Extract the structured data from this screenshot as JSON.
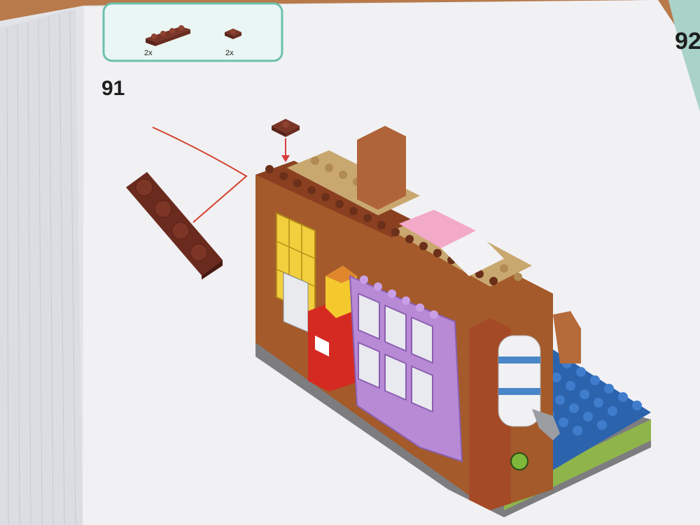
{
  "instruction": {
    "step_number": "91",
    "next_step_partial": "92",
    "parts_callout": {
      "parts": [
        {
          "name": "plate-1x4-reddish-brown",
          "quantity": "2x"
        },
        {
          "name": "plate-1x1-reddish-brown",
          "quantity": "2x"
        }
      ]
    }
  },
  "colors": {
    "reddish_brown": "#7a3426",
    "callout_border": "#6cc0ad",
    "callout_fill": "#eaf6f3",
    "page": "#f1f1f3",
    "desk": "#b87a4a"
  }
}
